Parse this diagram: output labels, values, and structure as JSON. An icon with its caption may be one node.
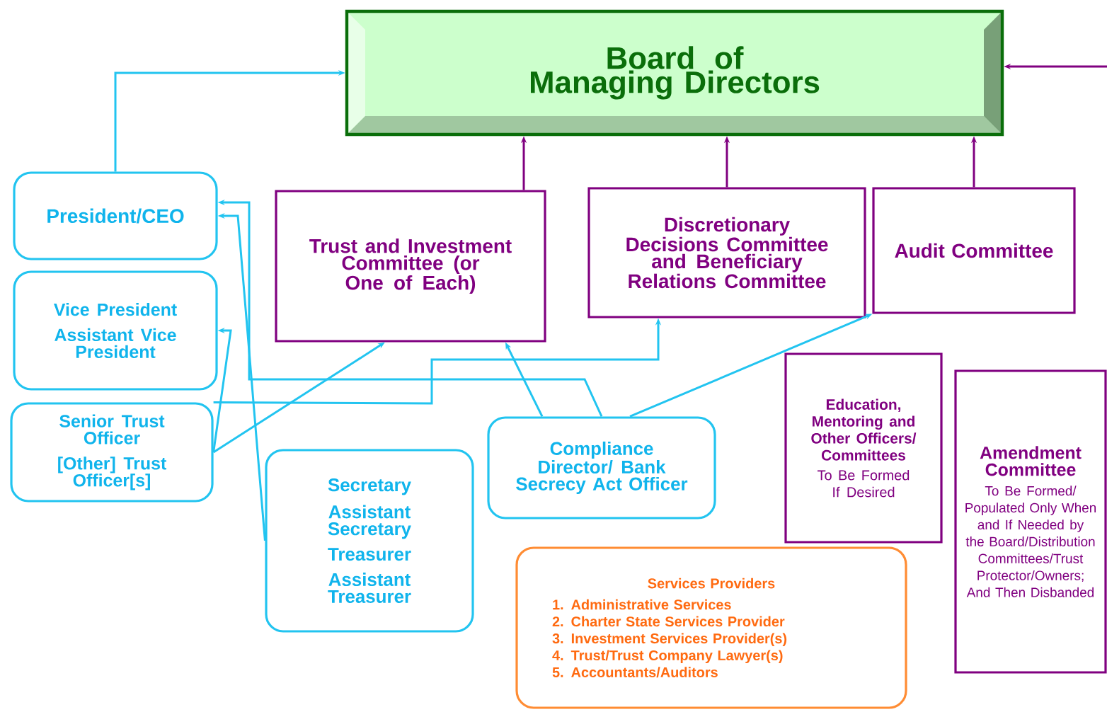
{
  "diagram": {
    "nodes": [
      {
        "text": [
          "Board of Managing Directors"
        ]
      },
      {
        "text": [
          "President/CEO"
        ]
      },
      {
        "text": [
          "Vice President",
          "Assistant Vice President"
        ]
      },
      {
        "text": [
          "Trust and Investment Committee (or One of Each)"
        ]
      },
      {
        "text": [
          "Discretionary Decisions Committee and Beneficiary Relations Committee"
        ]
      },
      {
        "text": [
          "Audit Committee"
        ]
      },
      {
        "text": [
          "Senior Trust Officer",
          "[Other] Trust Officer[s]"
        ]
      },
      {
        "text": [
          "Compliance Director/ Bank Secrecy Act Officer"
        ]
      },
      {
        "text": [
          "Secretary",
          "Assistant Secretary",
          "Treasurer",
          "Assistant Treasurer"
        ]
      },
      {
        "text": [
          "Education, Mentoring and Other Officers/ Committees",
          "To Be Formed If Desired"
        ]
      },
      {
        "text": [
          "Amendment Committee",
          "To Be Formed/ Populated Only When and If Needed by the Board/Distribution Committees/Trust Protector/Owners; And Then Disbanded"
        ]
      },
      {
        "text": [
          "Services Providers",
          "1. Administrative Services",
          "2. Charter State Services Provider",
          "3. Investment Services Provider(s)",
          "4. Trust/Trust Company Lawyer(s)",
          "5. Accountants/Auditors"
        ]
      }
    ],
    "edges": [
      {
        "from": 1,
        "to": 0,
        "arrow": "to"
      },
      {
        "from": 3,
        "to": 0,
        "arrow": "to",
        "color": "#800080"
      },
      {
        "from": 4,
        "to": 0,
        "arrow": "to",
        "color": "#800080"
      },
      {
        "from": 5,
        "to": 0,
        "arrow": "to",
        "color": "#800080"
      },
      {
        "from": null,
        "to": 0,
        "arrow": "to",
        "color": "#800080"
      },
      {
        "from": 8,
        "to": 1,
        "arrow": "to"
      },
      {
        "from": 6,
        "to": 2,
        "arrow": "to"
      },
      {
        "from": 6,
        "to": 3,
        "arrow": "to"
      },
      {
        "from": 6,
        "to": 4,
        "arrow": "to"
      },
      {
        "from": 7,
        "to": 1,
        "arrow": "to"
      },
      {
        "from": 7,
        "to": 3,
        "arrow": "to"
      },
      {
        "from": 7,
        "to": 5,
        "arrow": "to"
      }
    ]
  }
}
